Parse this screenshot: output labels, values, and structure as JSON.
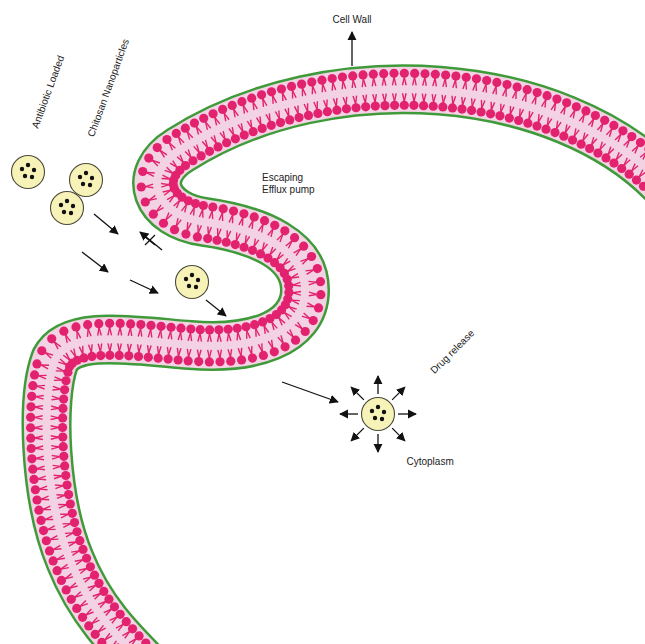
{
  "diagram": {
    "labels": [
      "Cell Wall",
      "Antibiotic Loaded",
      "Chitosan Nanoparticles",
      "Escaping Efflux pump",
      "Drug release",
      "Cytoplasm"
    ]
  }
}
